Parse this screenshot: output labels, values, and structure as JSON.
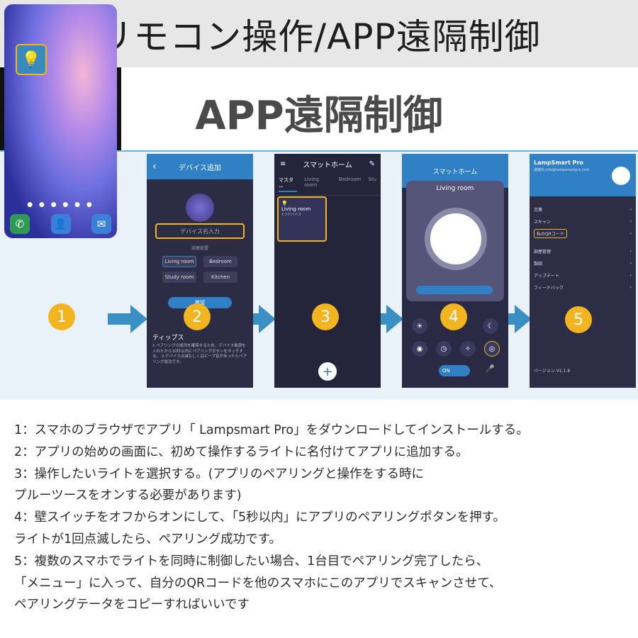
{
  "banner": {
    "title": "リモコン操作/APP遠隔制御"
  },
  "heading": "APP遠隔制御",
  "steps": [
    {
      "number": "1"
    },
    {
      "number": "2"
    },
    {
      "number": "3"
    },
    {
      "number": "4"
    },
    {
      "number": "5"
    }
  ],
  "screen2": {
    "title": "デバイス追加",
    "name_placeholder": "デバイス名入力",
    "section": "部屋設置",
    "rooms": [
      "Living room",
      "Bedroom",
      "Study room",
      "Kitchen"
    ],
    "confirm": "確認",
    "tips_title": "ティップス",
    "tips_text": "1.ペアリングの成功を確保するため、デバイス電源を入れたから10秒以内にペアリングボタンをタッチする。 2.デバイス点滅もしくはビープ音があったらペアリング成功です。"
  },
  "screen3": {
    "title": "スマットホーム",
    "tabs": [
      "マスター",
      "Living room",
      "Bedroom",
      "Stu"
    ],
    "card_name": "Living room",
    "card_sub": "1つデバイス",
    "add": "+"
  },
  "screen4": {
    "title": "スマットホーム",
    "room": "Living room",
    "toggle": "ON"
  },
  "screen5": {
    "app_name": "LampSmart Pro",
    "email": "連絡先:info@lampsmartpro.com",
    "menu": [
      "言葉",
      "スキャン",
      "私のQRコード",
      "部屋管理",
      "製図",
      "アップデート",
      "フィードバック"
    ],
    "version": "バージョン V1.1.8"
  },
  "description": [
    "1：スマホのブラウザでアプリ「 Lampsmart Pro」をダウンロードしてインストールする。",
    "2：アプリの始めの画面に、初めて操作するライトに名付けてアプリに追加する。",
    "3：操作したいライトを選択する。(アプリのペアリングと操作をする時に",
    "プルーツースをオンする必要があります)",
    "4：壁スイッチをオフからオンにして、「5秒以内」にアプリのペアリングポタンを押す。",
    "ライトが1回点滅したら、ペアリング成功です。",
    "5：複数のスマホでライトを同時に制御したい場合、1台目でペアリング完了したら、",
    "「メニュー」に入って、自分のQRコードを他のスマホにこのアプリでスキャンさせて、",
    "ペアリングテータをコピーすればいいです"
  ],
  "colors": {
    "accent": "#2f80c4",
    "step_badge": "#f2b51f",
    "arrow": "#3a8fc4"
  }
}
